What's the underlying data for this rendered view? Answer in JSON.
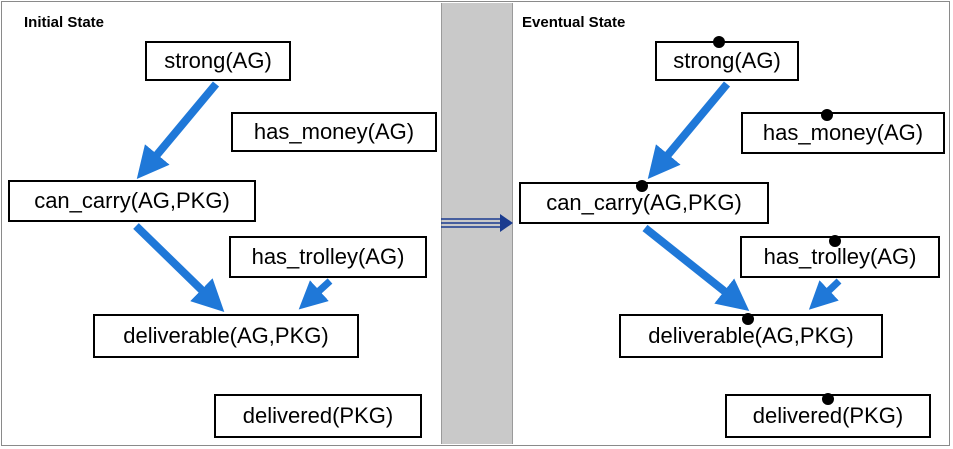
{
  "panels": {
    "initial": {
      "title": "Initial State"
    },
    "eventual": {
      "title": "Eventual State"
    }
  },
  "nodes": {
    "strong": "strong(AG)",
    "has_money": "has_money(AG)",
    "can_carry": "can_carry(AG,PKG)",
    "has_trolley": "has_trolley(AG)",
    "deliverable": "deliverable(AG,PKG)",
    "delivered": "delivered(PKG)"
  },
  "colors": {
    "arrow": "#1f78d8",
    "transition_arrow": "#1a3b8f",
    "divider": "#c9c9c9"
  },
  "icons": {
    "marker": "black-dot-icon",
    "transition": "double-arrow-icon"
  }
}
